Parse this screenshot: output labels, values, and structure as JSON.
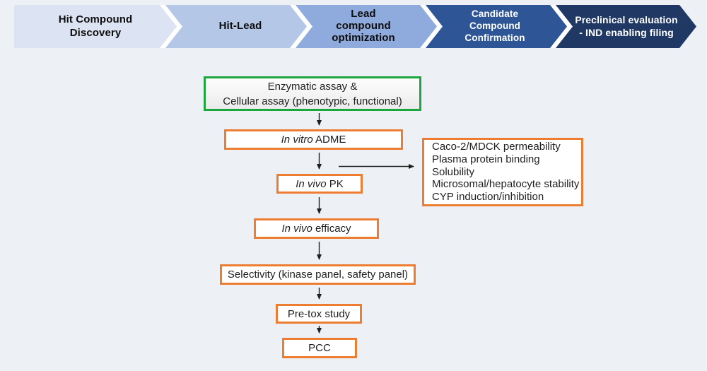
{
  "background": "#edf1f6",
  "pipeline": {
    "stages": [
      {
        "lines": [
          "Hit Compound",
          "Discovery"
        ],
        "color": "#dce4f3",
        "text_color": "#0d0d0d"
      },
      {
        "lines": [
          "Hit-Lead"
        ],
        "color": "#b4c7e7",
        "text_color": "#0d0d0d"
      },
      {
        "lines": [
          "Lead",
          "compound",
          "optimization"
        ],
        "color": "#8faadc",
        "text_color": "#0d0d0d"
      },
      {
        "lines": [
          "Candidate",
          "Compound",
          "Confirmation"
        ],
        "color": "#2e5697",
        "text_color": "#ffffff"
      },
      {
        "lines": [
          "Preclinical evaluation",
          "- IND enabling filing"
        ],
        "color": "#203864",
        "text_color": "#ffffff"
      }
    ],
    "separator_color": "#ffffff"
  },
  "flowchart": {
    "colors": {
      "screen_border": "#1ca73e",
      "step_border": "#ed7d31",
      "arrow": "#1f1f1f"
    },
    "screening": {
      "line1": "Enzymatic assay &",
      "line2": "Cellular assay (phenotypic, functional)"
    },
    "invitro_adme": {
      "italic": "In vitro",
      "rest": " ADME"
    },
    "invivo_pk": {
      "italic": "In vivo",
      "rest": " PK"
    },
    "invivo_efficacy": {
      "italic": "In vivo",
      "rest": " efficacy"
    },
    "selectivity": "Selectivity (kinase panel, safety panel)",
    "pretox": "Pre-tox study",
    "pcc": "PCC",
    "adme_details": [
      "Caco-2/MDCK permeability",
      "Plasma protein binding",
      "Solubility",
      "Microsomal/hepatocyte stability",
      "CYP induction/inhibition"
    ]
  }
}
